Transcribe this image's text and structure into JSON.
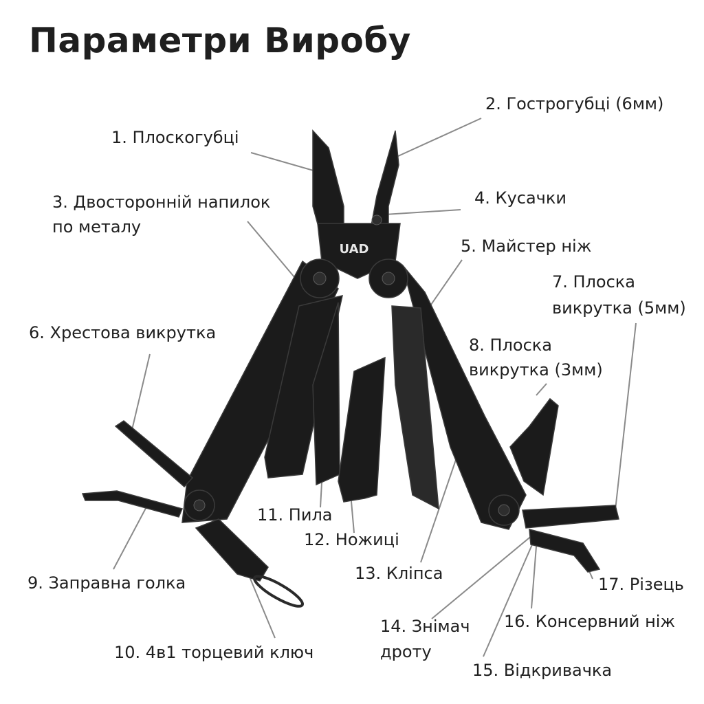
{
  "title": "Параметри Виробу",
  "brand_mark": "UAD",
  "colors": {
    "tool_body": "#1b1b1b",
    "tool_edge": "#3a3a3a",
    "leader": "#8a8a8a",
    "text": "#1f1f1f"
  },
  "parts": [
    {
      "id": "p1",
      "text": "1. Плоскогубці"
    },
    {
      "id": "p2",
      "text": "2. Гострогубці (6мм)"
    },
    {
      "id": "p3a",
      "text": "3. Двосторонній напилок"
    },
    {
      "id": "p3b",
      "text": "по металу"
    },
    {
      "id": "p4",
      "text": "4. Кусачки"
    },
    {
      "id": "p5",
      "text": "5. Майстер ніж"
    },
    {
      "id": "p6",
      "text": "6. Хрестова викрутка"
    },
    {
      "id": "p7a",
      "text": "7. Плоска"
    },
    {
      "id": "p7b",
      "text": "викрутка (5мм)"
    },
    {
      "id": "p8a",
      "text": "8. Плоска"
    },
    {
      "id": "p8b",
      "text": "викрутка (3мм)"
    },
    {
      "id": "p9",
      "text": "9. Заправна голка"
    },
    {
      "id": "p10",
      "text": "10. 4в1 торцевий ключ"
    },
    {
      "id": "p11",
      "text": "11. Пила"
    },
    {
      "id": "p12",
      "text": "12. Ножиці"
    },
    {
      "id": "p13",
      "text": "13. Кліпса"
    },
    {
      "id": "p14a",
      "text": "14. Знімач"
    },
    {
      "id": "p14b",
      "text": "дроту"
    },
    {
      "id": "p15",
      "text": "15. Відкривачка"
    },
    {
      "id": "p16",
      "text": "16. Консервний ніж"
    },
    {
      "id": "p17",
      "text": "17. Різець"
    }
  ]
}
